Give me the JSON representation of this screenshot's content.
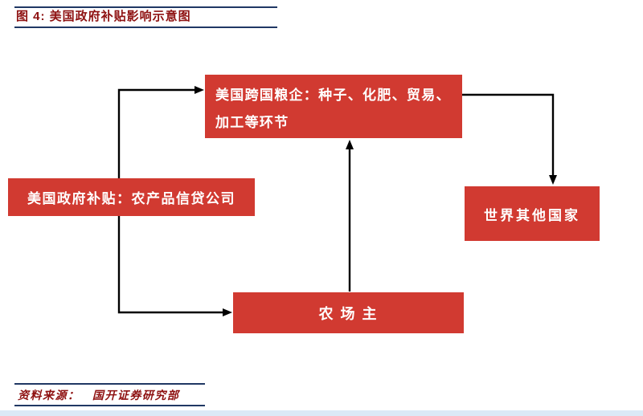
{
  "figure": {
    "title": "图 4:  美国政府补贴影响示意图",
    "source": {
      "label": "资料来源：",
      "value": "国开证券研究部"
    }
  },
  "diagram": {
    "nodes": {
      "grain_companies": {
        "label": "美国跨国粮企：种子、化肥、贸易、加工等环节"
      },
      "gov_subsidy": {
        "label": "美国政府补贴：农产品信贷公司"
      },
      "other_countries": {
        "label": "世界其他国家"
      },
      "farmers": {
        "label": "农 场 主"
      }
    },
    "edges": [
      {
        "from": "gov_subsidy",
        "to": "grain_companies"
      },
      {
        "from": "gov_subsidy",
        "to": "farmers"
      },
      {
        "from": "farmers",
        "to": "grain_companies"
      },
      {
        "from": "grain_companies",
        "to": "other_countries"
      }
    ],
    "colors": {
      "node_fill": "#d13a31",
      "node_text": "#ffffff",
      "arrow": "#000000",
      "rule": "#203864",
      "title_text": "#8e1111"
    }
  }
}
